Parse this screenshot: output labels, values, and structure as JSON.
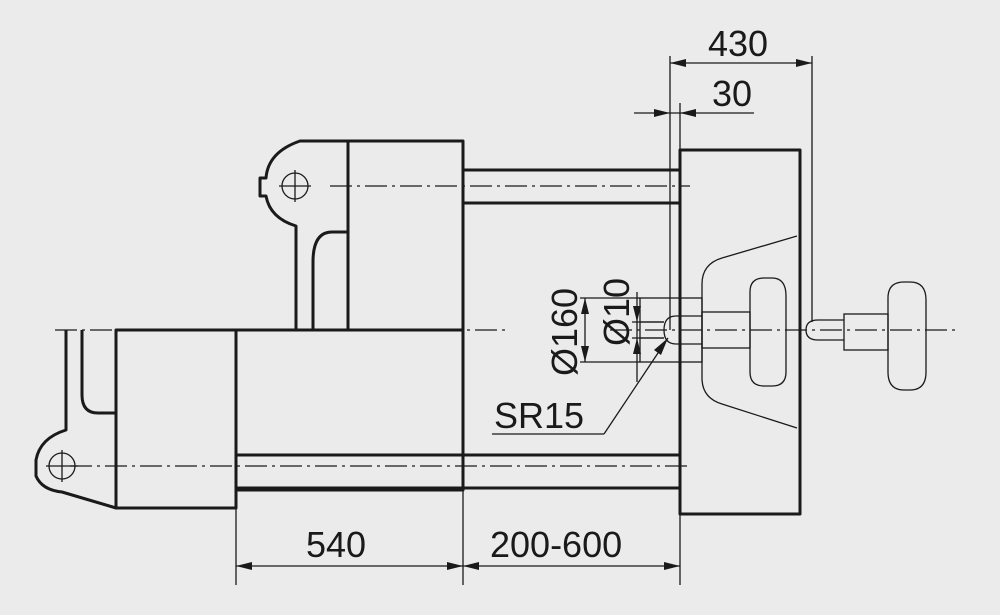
{
  "dimensions": {
    "total_stroke": "430",
    "offset": "30",
    "nozzle_diameter": "Ø10",
    "ring_diameter": "Ø160",
    "sphere_radius": "SR15",
    "clamp_length": "540",
    "opening_range": "200-600"
  },
  "colors": {
    "background": "#ebebeb",
    "line": "#1a1a1a"
  }
}
